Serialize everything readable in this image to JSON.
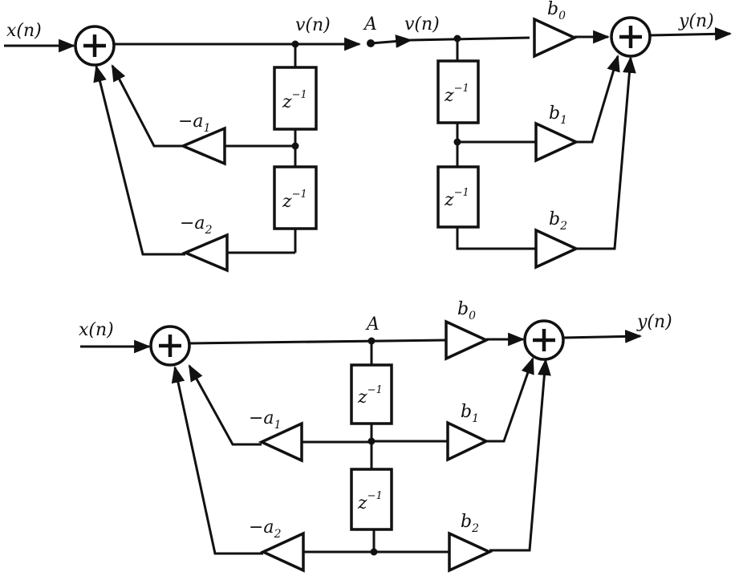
{
  "top": {
    "input": "x(n)",
    "output": "y(n)",
    "v_left": "v(n)",
    "v_right": "v(n)",
    "node": "A",
    "delay": "z",
    "delay_exp": "−1",
    "fb1": "−a",
    "fb1_sub": "1",
    "fb2": "−a",
    "fb2_sub": "2",
    "ff0": "b",
    "ff0_sub": "0",
    "ff1": "b",
    "ff1_sub": "1",
    "ff2": "b",
    "ff2_sub": "2"
  },
  "bottom": {
    "input": "x(n)",
    "output": "y(n)",
    "node": "A",
    "delay": "z",
    "delay_exp": "−1",
    "fb1": "−a",
    "fb1_sub": "1",
    "fb2": "−a",
    "fb2_sub": "2",
    "ff0": "b",
    "ff0_sub": "0",
    "ff1": "b",
    "ff1_sub": "1",
    "ff2": "b",
    "ff2_sub": "2"
  }
}
